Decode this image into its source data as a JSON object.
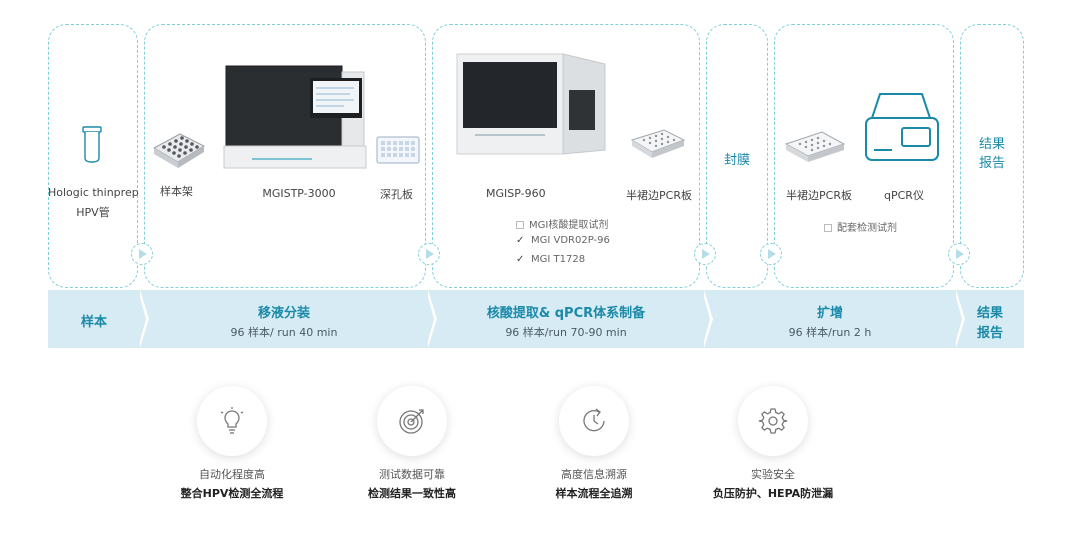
{
  "panels": {
    "sample": {
      "item_line1": "Hologic thinprep",
      "item_line2": "HPV管"
    },
    "transfer": {
      "rack_label": "样本架",
      "instrument_label": "MGISTP-3000",
      "plate_label": "深孔板"
    },
    "extraction": {
      "instrument_label": "MGISP-960",
      "plate_label": "半裙边PCR板",
      "reagents": [
        {
          "label": "MGI核酸提取试剂",
          "checked": false
        },
        {
          "label": "MGI VDR02P-96",
          "checked": true
        },
        {
          "label": "MGI T1728",
          "checked": true
        }
      ]
    },
    "seal": {
      "label": "封膜"
    },
    "amplify": {
      "plate_label": "半裙边PCR板",
      "instrument_label": "qPCR仪",
      "kit_label": "配套检测试剂"
    },
    "report": {
      "line1": "结果",
      "line2": "报告"
    }
  },
  "stages": [
    {
      "title": "样本",
      "sub": ""
    },
    {
      "title": "移液分装",
      "sub": "96 样本/ run 40 min"
    },
    {
      "title": "核酸提取& qPCR体系制备",
      "sub": "96 样本/run 70-90 min"
    },
    {
      "title": "扩增",
      "sub": "96 样本/run 2 h"
    },
    {
      "title_line1": "结果",
      "title_line2": "报告"
    }
  ],
  "features": [
    {
      "icon": "lightbulb-icon",
      "line1": "自动化程度高",
      "line2": "整合HPV检测全流程"
    },
    {
      "icon": "target-icon",
      "line1": "测试数据可靠",
      "line2": "检测结果一致性高"
    },
    {
      "icon": "refresh-clock-icon",
      "line1": "高度信息溯源",
      "line2": "样本流程全追溯"
    },
    {
      "icon": "gear-icon",
      "line1": "实验安全",
      "line2": "负压防护、HEPA防泄漏"
    }
  ],
  "colors": {
    "accent": "#1b8aa8",
    "band": "#d6ebf3",
    "dashed_border": "#7fcfd8"
  }
}
